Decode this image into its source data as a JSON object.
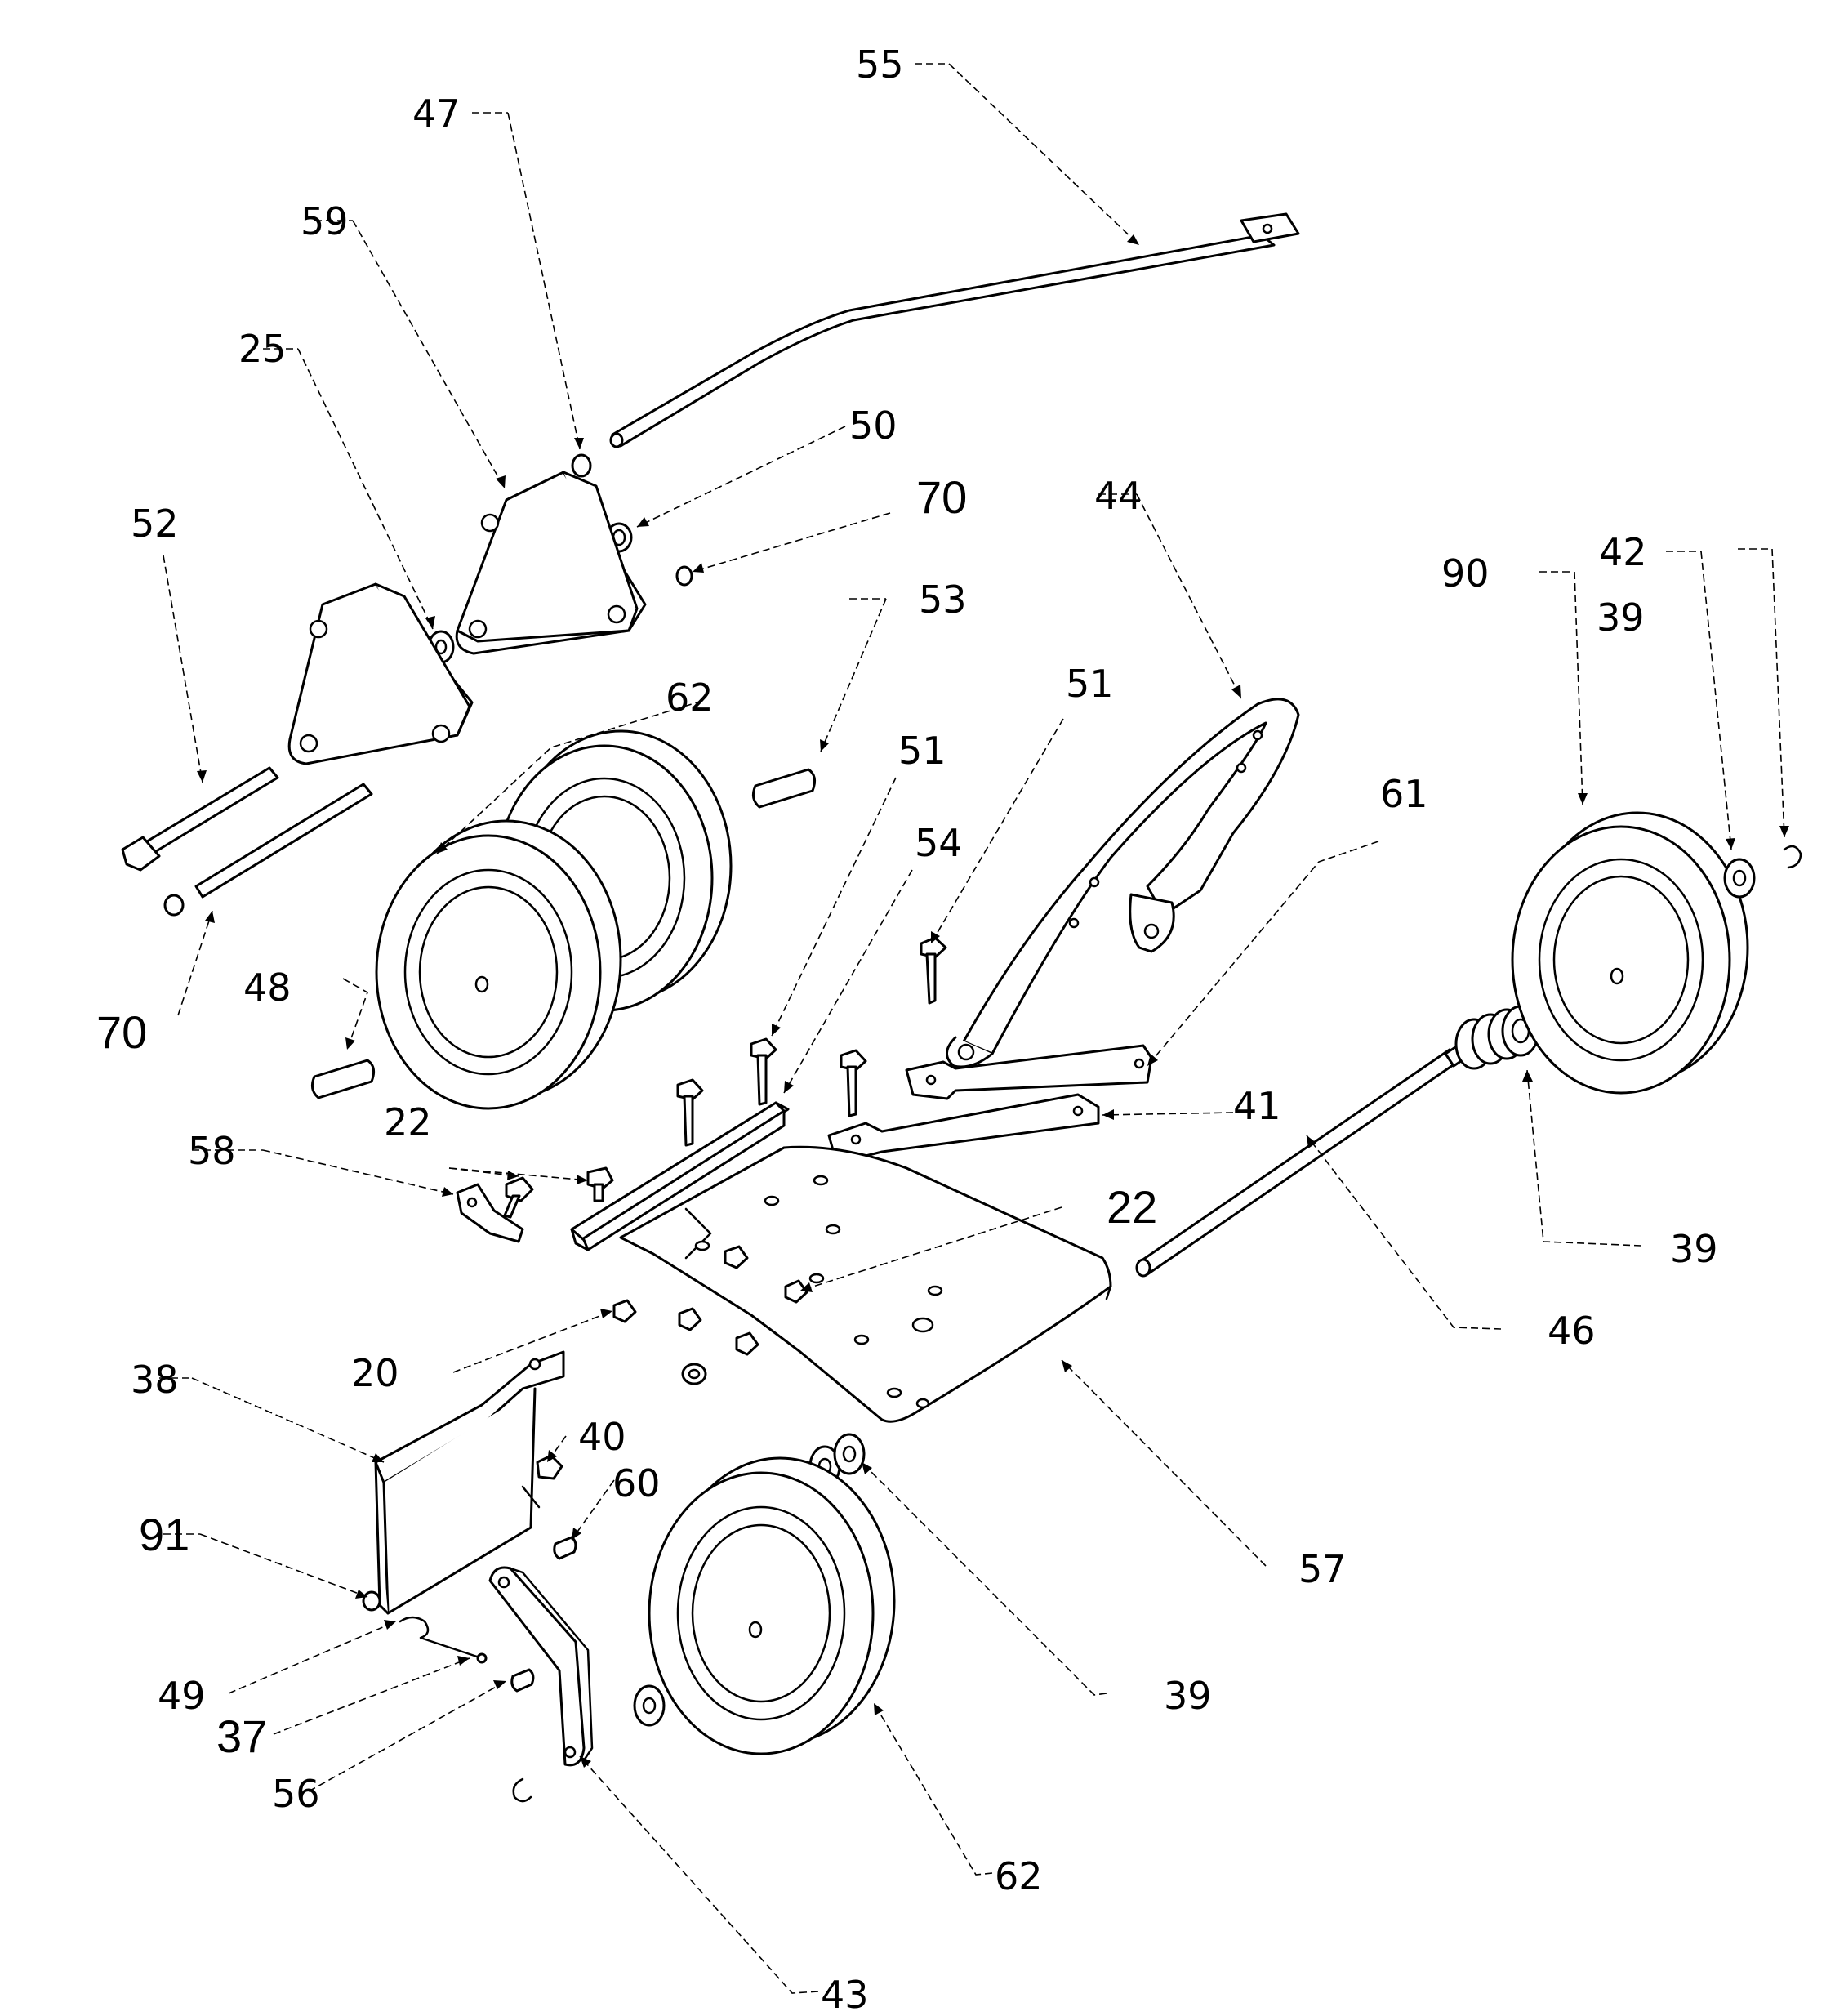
{
  "labels": {
    "p55": "55",
    "p47": "47",
    "p59": "59",
    "p25": "25",
    "p50": "50",
    "p70a": "70",
    "p52": "52",
    "p44": "44",
    "p53": "53",
    "p62a": "62",
    "p90": "90",
    "p42": "42",
    "p39a": "39",
    "p51a": "51",
    "p51b": "51",
    "p54": "54",
    "p61": "61",
    "p70b": "70",
    "p48": "48",
    "p41": "41",
    "p22a": "22",
    "p58": "58",
    "p22b": "22",
    "p39b": "39",
    "p46": "46",
    "p20": "20",
    "p38": "38",
    "p40": "40",
    "p60": "60",
    "p91": "91",
    "p57": "57",
    "p49": "49",
    "p39c": "39",
    "p37": "37",
    "p56": "56",
    "p62b": "62",
    "p43": "43"
  }
}
